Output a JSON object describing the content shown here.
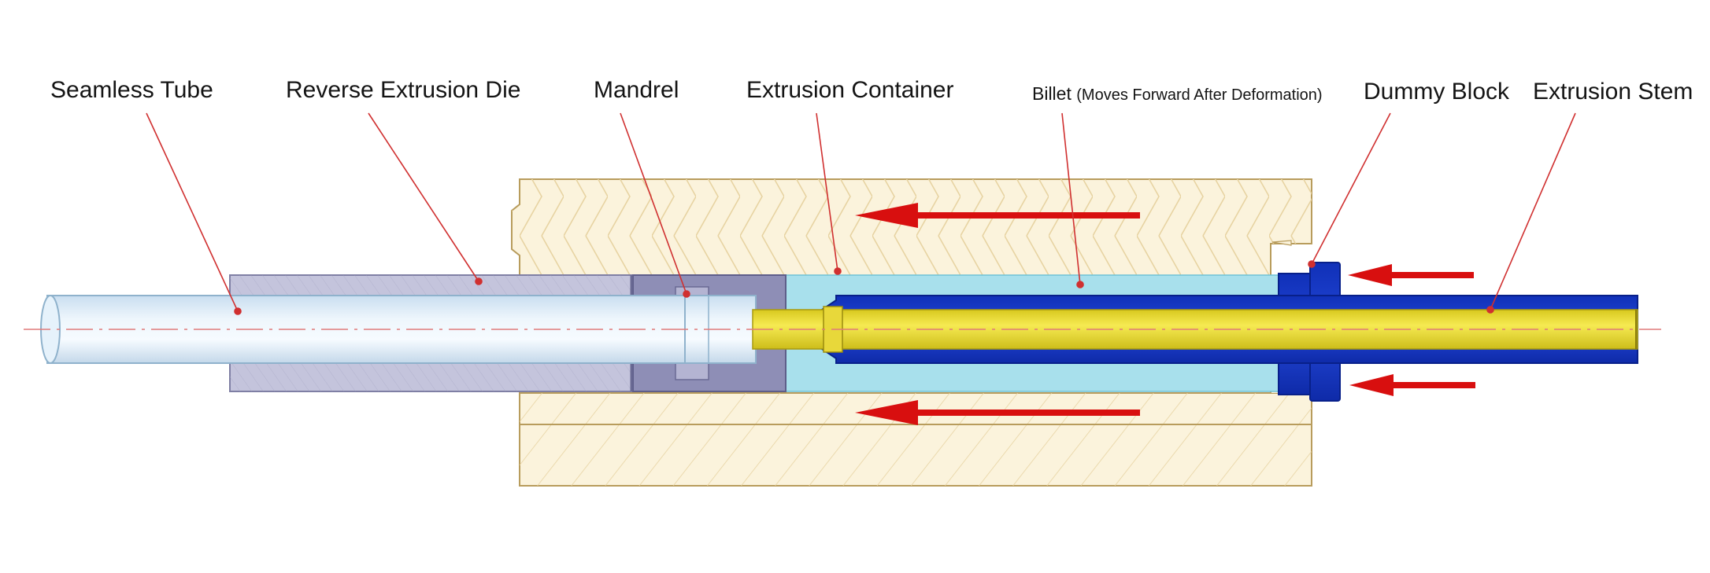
{
  "labels": {
    "seamless_tube": "Seamless Tube",
    "reverse_extrusion_die": "Reverse Extrusion Die",
    "mandrel": "Mandrel",
    "extrusion_container": "Extrusion Container",
    "billet": "Billet",
    "billet_note": "(Moves Forward After Deformation)",
    "dummy_block": "Dummy Block",
    "extrusion_stem": "Extrusion Stem"
  },
  "colors": {
    "container_fill": "#fbf3dc",
    "container_hatch": "#e7d3a2",
    "container_edge": "#b89c5c",
    "die": "#c4c4dc",
    "die_insert": "#8e8eb6",
    "tube": "#dcecf8",
    "billet": "#a8e0ec",
    "mandrel": "#eee13e",
    "stem": "#1636c8",
    "arrow": "#d80f0f",
    "leader": "#d03030",
    "text": "#141414"
  }
}
